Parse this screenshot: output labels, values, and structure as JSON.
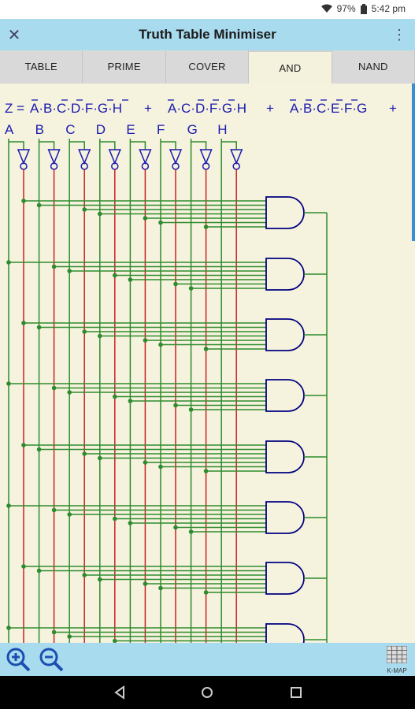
{
  "status": {
    "battery": "97%",
    "time": "5:42 pm"
  },
  "app": {
    "title": "Truth Table Minimiser"
  },
  "tabs": [
    {
      "label": "TABLE"
    },
    {
      "label": "PRIME"
    },
    {
      "label": "COVER"
    },
    {
      "label": "AND",
      "active": true
    },
    {
      "label": "NAND"
    }
  ],
  "circuit": {
    "equation_prefix": "Z =",
    "terms": [
      "A·B·C·D·F·G·H",
      "A·C·D·F·G·H",
      "A·B·C·E·F·G"
    ],
    "plus": "+",
    "inputs": [
      "A",
      "B",
      "C",
      "D",
      "E",
      "F",
      "G",
      "H"
    ],
    "colors": {
      "true_line": "#2e8b2e",
      "inverted_line": "#cc2222",
      "text": "#1a1ab0",
      "gate": "#000080"
    }
  },
  "bottom": {
    "kmap_label": "K-MAP"
  }
}
